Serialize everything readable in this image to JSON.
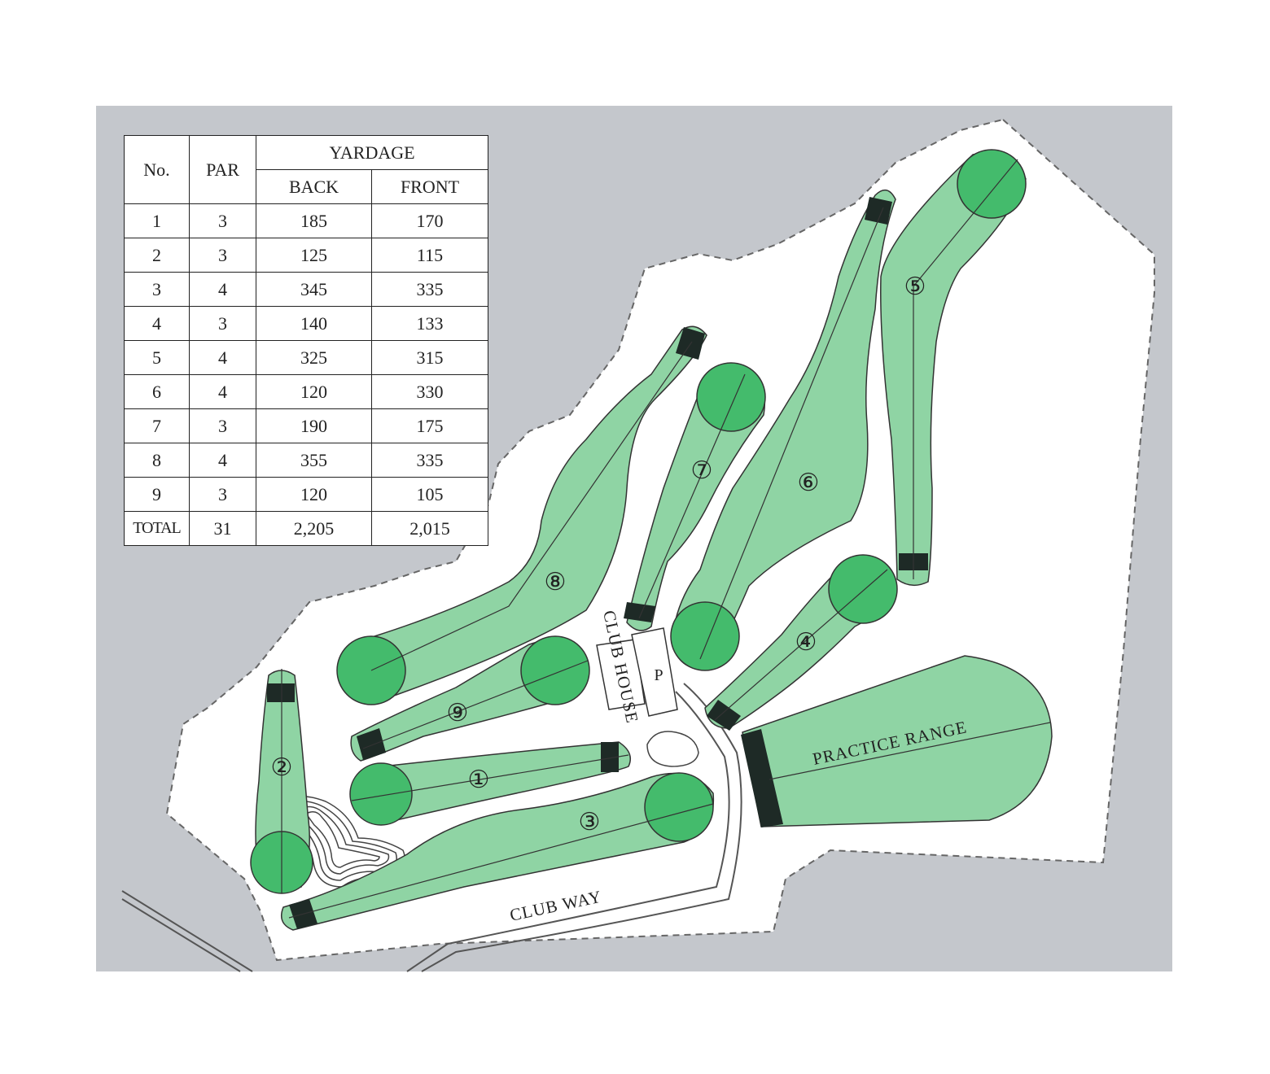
{
  "scorecard": {
    "headers": {
      "no": "No.",
      "par": "PAR",
      "yardage": "YARDAGE",
      "back": "BACK",
      "front": "FRONT"
    },
    "rows": [
      {
        "no": "1",
        "par": "3",
        "back": "185",
        "front": "170"
      },
      {
        "no": "2",
        "par": "3",
        "back": "125",
        "front": "115"
      },
      {
        "no": "3",
        "par": "4",
        "back": "345",
        "front": "335"
      },
      {
        "no": "4",
        "par": "3",
        "back": "140",
        "front": "133"
      },
      {
        "no": "5",
        "par": "4",
        "back": "325",
        "front": "315"
      },
      {
        "no": "6",
        "par": "4",
        "back": "120",
        "front": "330"
      },
      {
        "no": "7",
        "par": "3",
        "back": "190",
        "front": "175"
      },
      {
        "no": "8",
        "par": "4",
        "back": "355",
        "front": "335"
      },
      {
        "no": "9",
        "par": "3",
        "back": "120",
        "front": "105"
      }
    ],
    "total": {
      "label": "TOTAL",
      "par": "31",
      "back": "2,205",
      "front": "2,015"
    }
  },
  "holes": [
    {
      "number": "1",
      "label": "①"
    },
    {
      "number": "2",
      "label": "②"
    },
    {
      "number": "3",
      "label": "③"
    },
    {
      "number": "4",
      "label": "④"
    },
    {
      "number": "5",
      "label": "⑤"
    },
    {
      "number": "6",
      "label": "⑥"
    },
    {
      "number": "7",
      "label": "⑦"
    },
    {
      "number": "8",
      "label": "⑧"
    },
    {
      "number": "9",
      "label": "⑨"
    }
  ],
  "labels": {
    "club_house": "CLUB HOUSE",
    "parking": "P",
    "practice_range": "PRACTICE RANGE",
    "club_way": "CLUB WAY"
  },
  "colors": {
    "background": "#c4c7cc",
    "property": "#ffffff",
    "fairway": "#8fd4a4",
    "green": "#44bb6c",
    "tee": "#1e2a26",
    "outline": "#333333"
  }
}
